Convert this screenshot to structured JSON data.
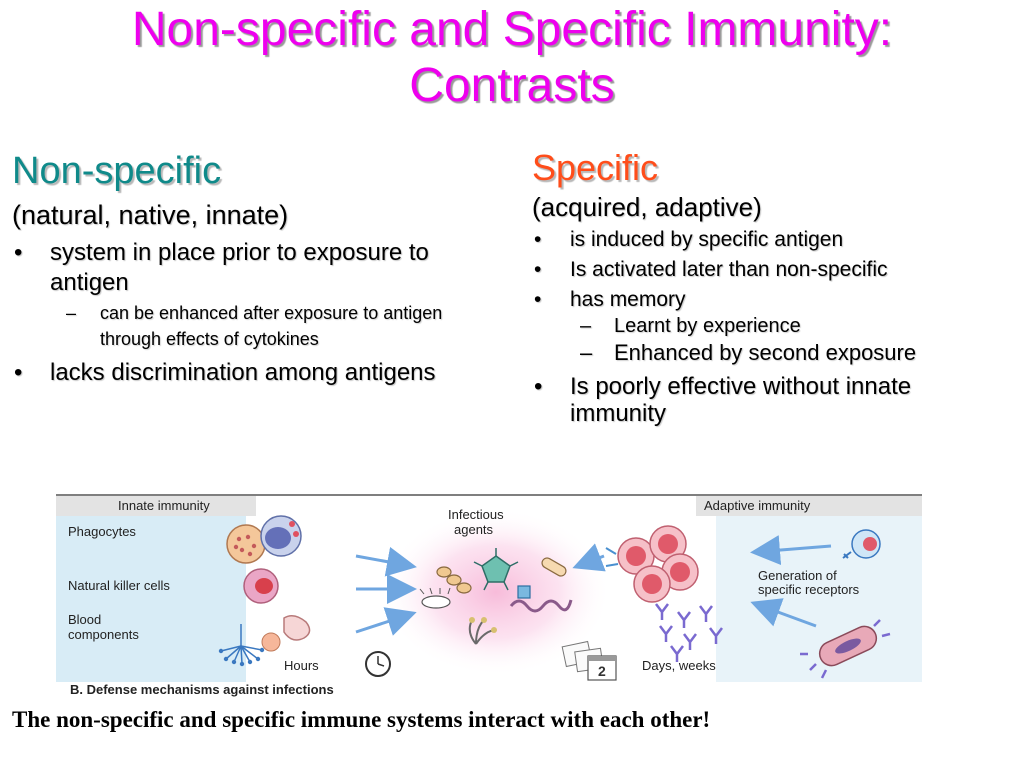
{
  "title": {
    "line1": "Non-specific and Specific Immunity:",
    "line2": "Contrasts"
  },
  "left": {
    "heading": "Non-specific",
    "subtitle": "(natural, native, innate)",
    "bullet1": "system in place prior to exposure to antigen",
    "bullet1_sub1": "can be enhanced after exposure to antigen  through effects of cytokines",
    "bullet2": "lacks discrimination among antigens"
  },
  "right": {
    "heading": "Specific",
    "subtitle": "(acquired, adaptive)",
    "bullet1": "is induced by specific antigen",
    "bullet2": "Is activated later than non-specific",
    "bullet3": "has memory",
    "bullet3_sub1": "Learnt by experience",
    "bullet3_sub2": "Enhanced by second exposure",
    "bullet4": "Is poorly effective without innate immunity"
  },
  "figure": {
    "innate_label": "Innate immunity",
    "adaptive_label": "Adaptive immunity",
    "phagocytes": "Phagocytes",
    "nk_cells": "Natural killer cells",
    "blood_line1": "Blood",
    "blood_line2": "components",
    "infectious_line1": "Infectious",
    "infectious_line2": "agents",
    "generation_line1": "Generation of",
    "generation_line2": "specific receptors",
    "hours": "Hours",
    "days_weeks": "Days, weeks",
    "calendar_number": "2",
    "caption": "B. Defense mechanisms against infections"
  },
  "footer": "The non-specific and specific immune systems interact with each other!",
  "colors": {
    "title": "#ee00ee",
    "non_specific_heading": "#0f8a8a",
    "specific_heading": "#ff4d1a",
    "arrow_blue": "#6fa6e0",
    "band_blue": "#d8ecf6"
  }
}
